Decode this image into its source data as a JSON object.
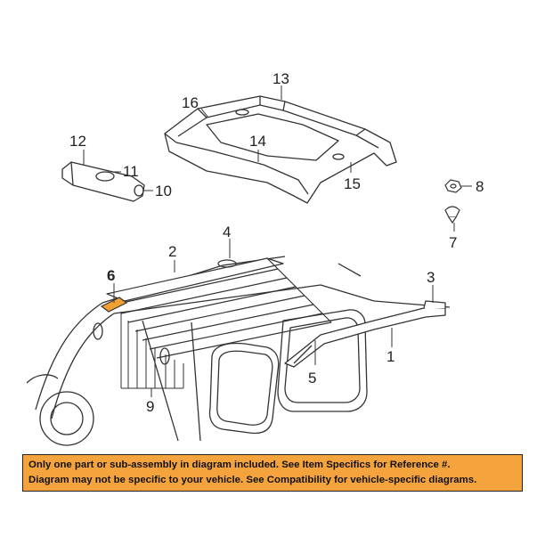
{
  "callouts": {
    "c1": "1",
    "c2": "2",
    "c3": "3",
    "c4": "4",
    "c5": "5",
    "c6": "6",
    "c7": "7",
    "c8": "8",
    "c9": "9",
    "c10": "10",
    "c11": "11",
    "c12": "12",
    "c13": "13",
    "c14": "14",
    "c15": "15",
    "c16": "16"
  },
  "notice": {
    "line1": "Only one part or sub-assembly in diagram included. See Item Specifics for Reference #.",
    "line2": "Diagram may not be specific to your vehicle. See Compatibility for vehicle-specific diagrams."
  },
  "colors": {
    "highlight_part": "#f0a030",
    "notice_background": "#f5a33c",
    "line_art": "#333333"
  }
}
